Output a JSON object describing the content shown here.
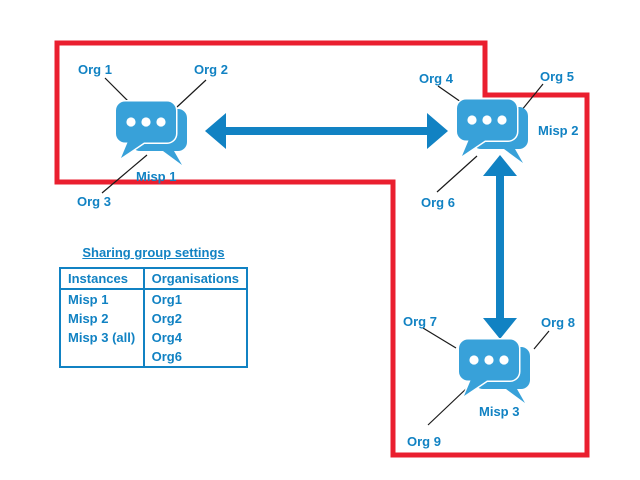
{
  "colors": {
    "border_red": "#ea1f2f",
    "accent_blue": "#1182c3",
    "icon_blue": "#38a1d9",
    "connector": "#1a1a1a"
  },
  "diagram": {
    "instances": [
      {
        "label": "Misp 1"
      },
      {
        "label": "Misp 2"
      },
      {
        "label": "Misp 3"
      }
    ],
    "orgs": [
      {
        "label": "Org 1"
      },
      {
        "label": "Org 2"
      },
      {
        "label": "Org 3"
      },
      {
        "label": "Org 4"
      },
      {
        "label": "Org 5"
      },
      {
        "label": "Org 6"
      },
      {
        "label": "Org 7"
      },
      {
        "label": "Org 8"
      },
      {
        "label": "Org 9"
      }
    ]
  },
  "table": {
    "title": "Sharing group settings",
    "headers": [
      "Instances",
      "Organisations"
    ],
    "rows": [
      {
        "instance": "Misp 1",
        "organisation": "Org1"
      },
      {
        "instance": "Misp 2",
        "organisation": "Org2"
      },
      {
        "instance": "Misp 3 (all)",
        "organisation": "Org4"
      },
      {
        "instance": "",
        "organisation": "Org6"
      }
    ]
  }
}
